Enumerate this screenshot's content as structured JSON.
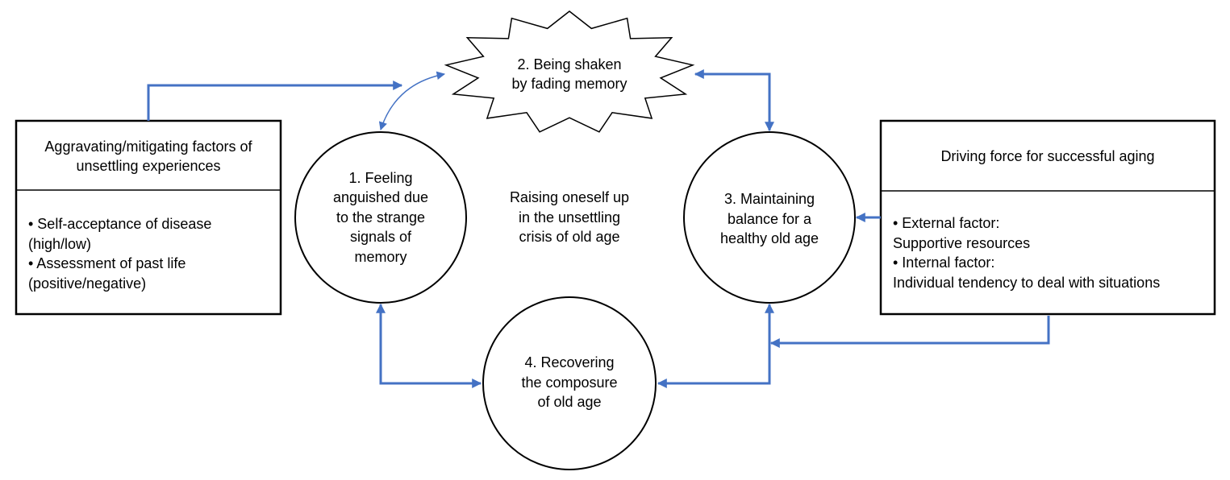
{
  "colors": {
    "connector": "#4472C4",
    "outline": "#000000",
    "background": "#FFFFFF"
  },
  "nodes": {
    "stage1": {
      "lines": [
        "1. Feeling",
        "anguished due",
        "to the strange",
        "signals of",
        "memory"
      ]
    },
    "stage2": {
      "lines": [
        "2. Being shaken",
        "by fading memory"
      ]
    },
    "stage3": {
      "lines": [
        "3. Maintaining",
        "balance for a",
        "healthy old age"
      ]
    },
    "stage4": {
      "lines": [
        "4. Recovering",
        "the composure",
        "of old age"
      ]
    },
    "center": {
      "lines": [
        "Raising oneself up",
        "in the unsettling",
        "crisis of old age"
      ]
    }
  },
  "left_box": {
    "title_lines": [
      "Aggravating/mitigating factors of",
      "unsettling experiences"
    ],
    "items": [
      "• Self-acceptance of disease",
      "(high/low)",
      "• Assessment of past life",
      "(positive/negative)"
    ]
  },
  "right_box": {
    "title_lines": [
      "Driving force for successful aging"
    ],
    "items": [
      "• External factor:",
      "Supportive resources",
      "• Internal factor:",
      "Individual tendency to deal with situations"
    ]
  }
}
